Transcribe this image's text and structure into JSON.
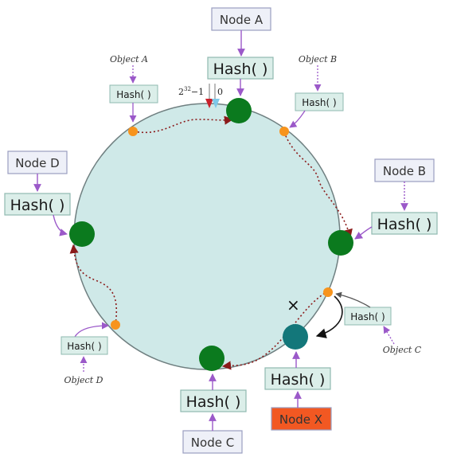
{
  "diagram": {
    "nodes": {
      "a": "Node A",
      "b": "Node B",
      "c": "Node C",
      "d": "Node D",
      "x": "Node X"
    },
    "hash_label": "Hash( )",
    "objects": {
      "a": "Object A",
      "b": "Object B",
      "c": "Object C",
      "d": "Object D"
    },
    "ring_marks": {
      "max_base": "2",
      "max_exp": "32",
      "max_suffix": "−1",
      "zero": "0"
    },
    "removed_marker": "×"
  },
  "colors": {
    "ring_fill": "#cfe9e8",
    "ring_stroke": "#6f7f80",
    "node_green": "#0b7a1e",
    "node_teal": "#13777a",
    "object_orange": "#f7941d",
    "hash_box_fill": "#dbeee9",
    "node_box_fill": "#eef0f8",
    "node_x_fill": "#f25822",
    "arrow_purple": "#9b59c9",
    "path_dark_red": "#8b1a1a"
  }
}
